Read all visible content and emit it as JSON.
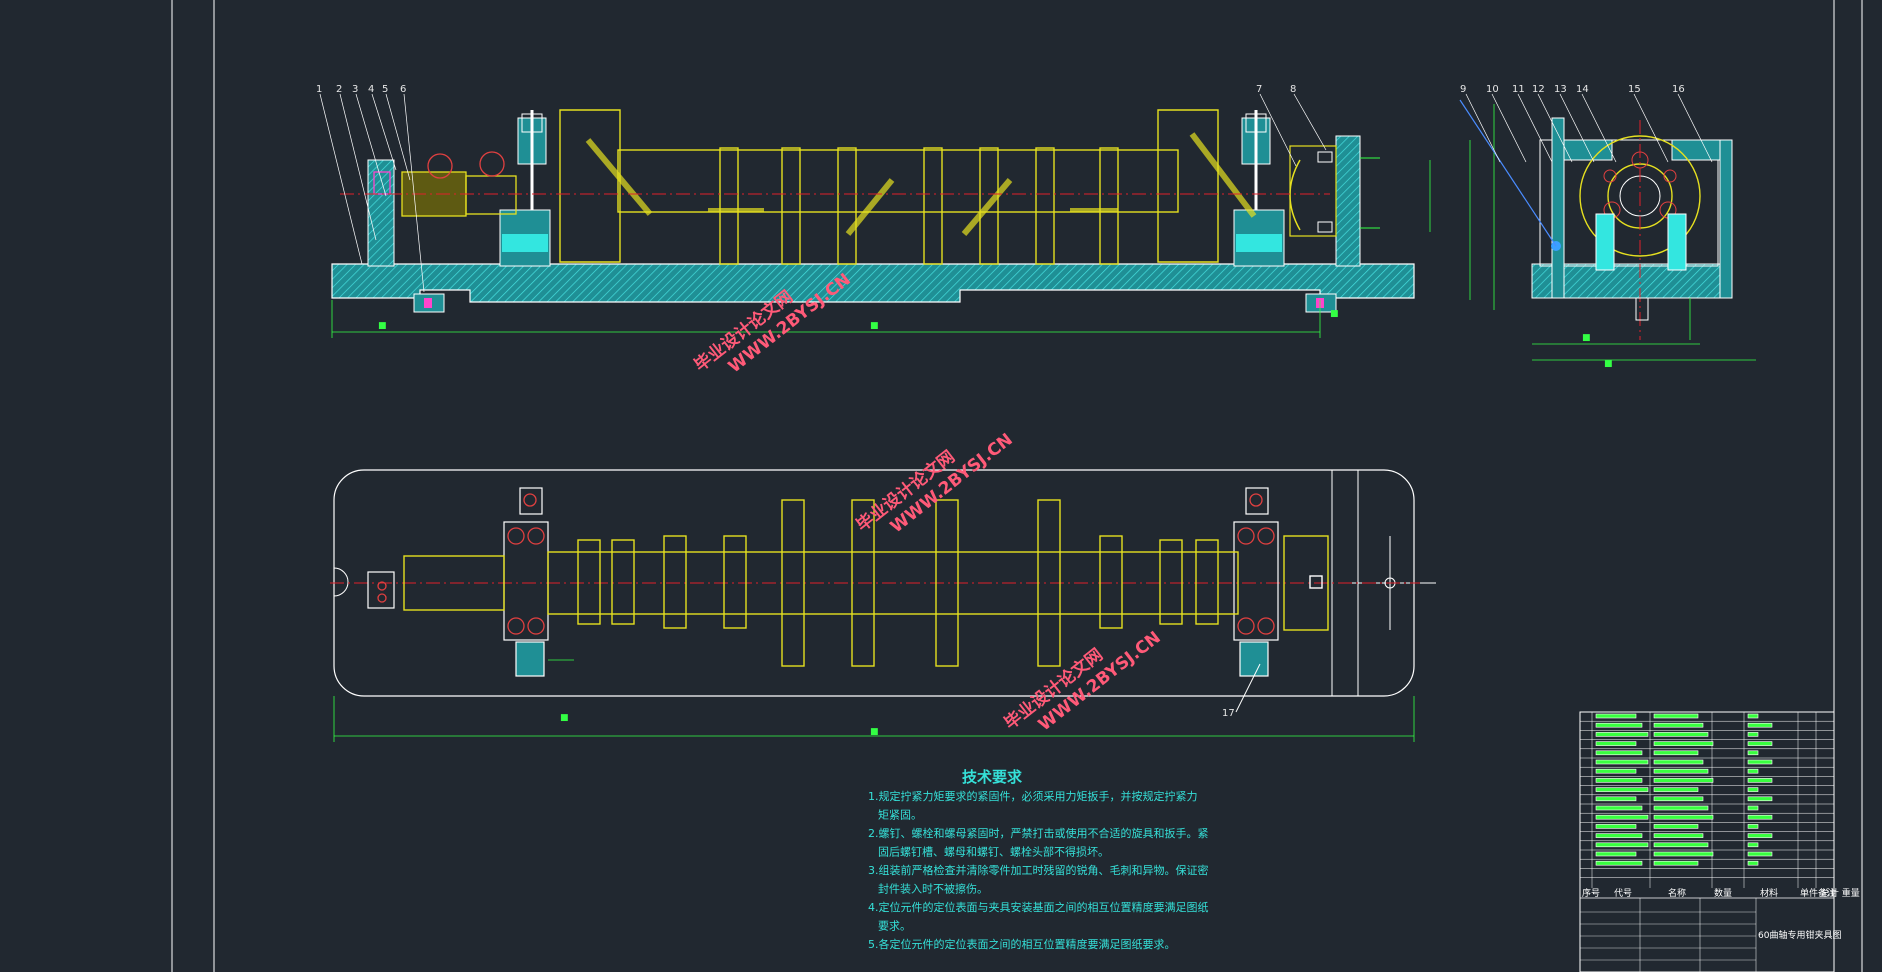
{
  "part_numbers_front": [
    "1",
    "2",
    "3",
    "4",
    "5",
    "6",
    "7",
    "8"
  ],
  "part_numbers_side": [
    "9",
    "10",
    "11",
    "12",
    "13",
    "14",
    "15",
    "16"
  ],
  "part_number_top": "17",
  "tech_requirements": {
    "title": "技术要求",
    "items": [
      "1.规定拧紧力矩要求的紧固件，必须采用力矩扳手，并按规定拧紧力",
      "矩紧固。",
      "2.螺钉、螺栓和螺母紧固时，严禁打击或使用不合适的旋具和扳手。紧",
      "固后螺钉槽、螺母和螺钉、螺栓头部不得损坏。",
      "3.组装前严格检查并清除零件加工时残留的锐角、毛刺和异物。保证密",
      "封件装入时不被擦伤。",
      "4.定位元件的定位表面与夹具安装基面之间的相互位置精度要满足图纸",
      "要求。",
      "5.各定位元件的定位表面之间的相互位置精度要满足图纸要求。"
    ]
  },
  "watermarks": [
    {
      "line1": "毕业设计论文网",
      "line2": "WWW.2BYSJ.CN"
    },
    {
      "line1": "毕业设计论文网",
      "line2": "WWW.2BYSJ.CN"
    },
    {
      "line1": "毕业设计论文网",
      "line2": "WWW.2BYSJ.CN"
    }
  ],
  "title_block": {
    "col_headers": [
      "序号",
      "代号",
      "名称",
      "数量",
      "材料",
      "单件 总计 重量",
      "备注"
    ],
    "drawing_name": "60曲轴专用钳夹具图"
  },
  "colors": {
    "background": "#212830",
    "outline": "#ffffff",
    "part_yellow": "#e6e020",
    "section_cyan": "#2ec4c4",
    "dimension_green": "#33ff44",
    "centerline_red": "#e0202a"
  }
}
